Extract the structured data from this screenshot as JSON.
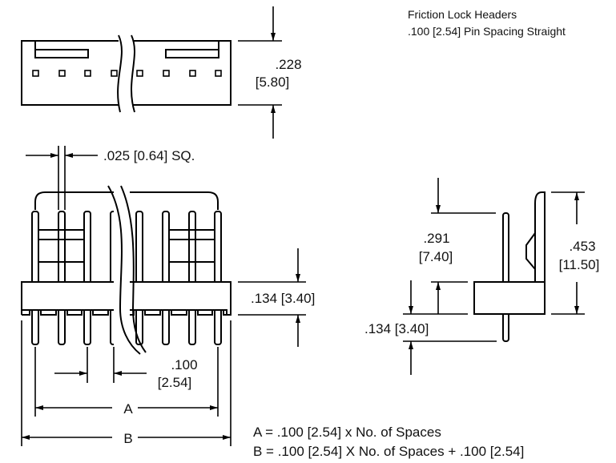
{
  "title": {
    "line1": "Friction Lock Headers",
    "line2": ".100 [2.54] Pin Spacing Straight"
  },
  "top_view": {
    "height_dim": {
      "inch": ".228",
      "mm": "[5.80]"
    },
    "pin_count_visible": 8
  },
  "front_view": {
    "pin_size_label": ".025 [0.64] SQ.",
    "body_height_label": ".134 [3.40]",
    "pitch_dim": {
      "inch": ".100",
      "mm": "[2.54]"
    },
    "dim_a_label": "A",
    "dim_b_label": "B",
    "pin_count_visible": 8
  },
  "side_view": {
    "upper_pin_dim": {
      "inch": ".291",
      "mm": "[7.40]"
    },
    "overall_height_dim": {
      "inch": ".453",
      "mm": "[11.50]"
    },
    "lower_pin_label": ".134 [3.40]"
  },
  "formulas": {
    "a": "A = .100 [2.54] x No. of Spaces",
    "b": "B = .100 [2.54] X No. of Spaces + .100 [2.54]"
  }
}
